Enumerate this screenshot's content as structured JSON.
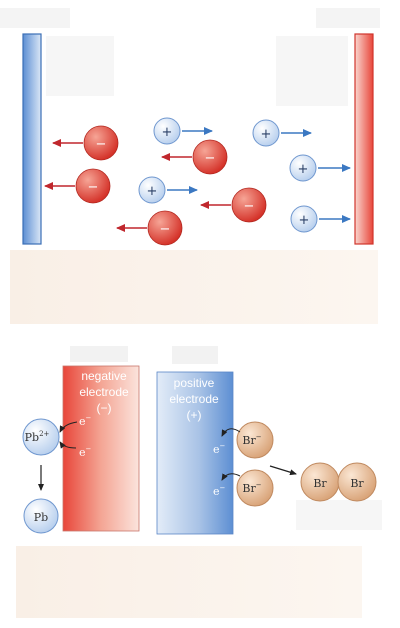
{
  "bottom": {
    "negative_electrode_lines": [
      "negative",
      "electrode",
      "(−)"
    ],
    "positive_electrode_lines": [
      "positive",
      "electrode",
      "(+)"
    ],
    "pb_ion": "Pb",
    "pb_charge": "2+",
    "pb_atom": "Pb",
    "br_ion": "Br",
    "br_charge": "−",
    "br_atom": "Br",
    "electron": "e",
    "electron_charge": "−"
  },
  "top": {
    "cation_sign": "+",
    "anion_sign": "−"
  },
  "colors": {
    "negative_electrode": "#e8463a",
    "positive_electrode": "#4a7fc4",
    "anion": "#d93a33",
    "cation": "#cfe0f5",
    "atom_br": "#e6b890",
    "arrow_red": "#c0272d",
    "arrow_blue": "#3b78c2"
  }
}
